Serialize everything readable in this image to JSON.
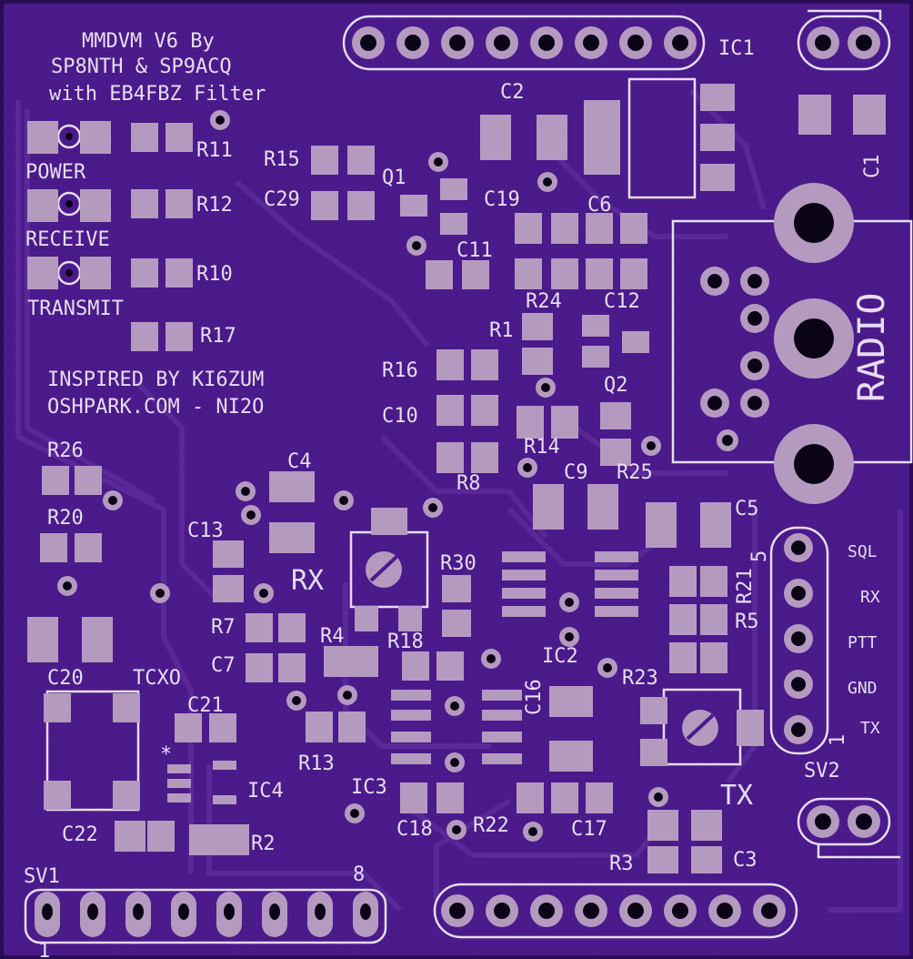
{
  "colors": {
    "board": "#4a1a8a",
    "trace": "#5a2898",
    "pad": "#b59ac0",
    "silk": "#e6ddf0",
    "hole": "#0b0416"
  },
  "board_text": {
    "title": [
      "MMDVM V6 By",
      "SP8NTH & SP9ACQ",
      "with EB4FBZ Filter"
    ],
    "inspired": [
      "INSPIRED BY KI6ZUM",
      "OSHPARK.COM - NI2O"
    ],
    "led_labels": [
      "POWER",
      "RECEIVE",
      "TRANSMIT"
    ],
    "radio": "RADIO",
    "rx": "RX",
    "tx": "TX",
    "sv1": "SV1",
    "sv1_pin8": "8",
    "sv1_pin1": "1",
    "sv2": "SV2",
    "sv2_pin5": "5",
    "sv2_pin1": "1",
    "sv2_signals": [
      "SQL",
      "RX",
      "PTT",
      "GND",
      "TX"
    ],
    "tcxo": "TCXO",
    "ic4_star": "*"
  },
  "refdes": {
    "IC1": "IC1",
    "IC2": "IC2",
    "IC3": "IC3",
    "IC4": "IC4",
    "C1": "C1",
    "C2": "C2",
    "C3": "C3",
    "C4": "C4",
    "C5": "C5",
    "C6": "C6",
    "C7": "C7",
    "C9": "C9",
    "C10": "C10",
    "C11": "C11",
    "C12": "C12",
    "C13": "C13",
    "C16": "C16",
    "C17": "C17",
    "C18": "C18",
    "C19": "C19",
    "C20": "C20",
    "C21": "C21",
    "C22": "C22",
    "C29": "C29",
    "R1": "R1",
    "R2": "R2",
    "R3": "R3",
    "R4": "R4",
    "R5": "R5",
    "R7": "R7",
    "R8": "R8",
    "R10": "R10",
    "R11": "R11",
    "R12": "R12",
    "R13": "R13",
    "R14": "R14",
    "R15": "R15",
    "R16": "R16",
    "R17": "R17",
    "R18": "R18",
    "R20": "R20",
    "R21": "R21",
    "R22": "R22",
    "R23": "R23",
    "R24": "R24",
    "R25": "R25",
    "R26": "R26",
    "R30": "R30",
    "Q1": "Q1",
    "Q2": "Q2"
  }
}
